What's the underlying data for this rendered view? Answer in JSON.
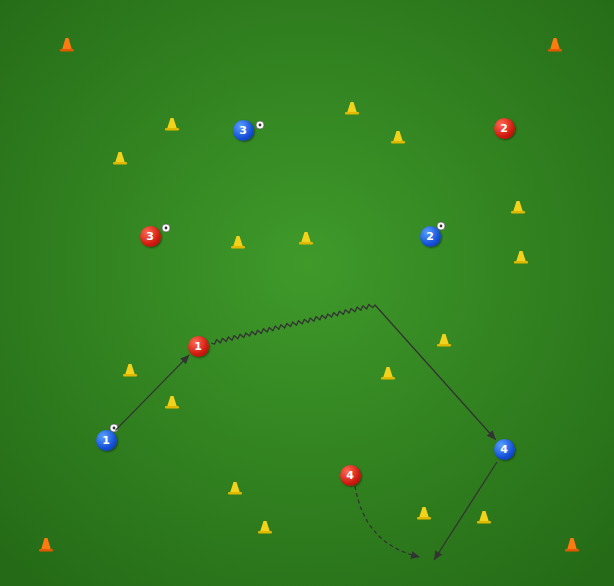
{
  "diagram": {
    "nodes": [
      {
        "text": [
          "3"
        ]
      },
      {
        "text": [
          "2"
        ]
      },
      {
        "text": [
          "3"
        ]
      },
      {
        "text": [
          "2"
        ]
      },
      {
        "text": [
          "1"
        ]
      },
      {
        "text": [
          "1"
        ]
      },
      {
        "text": [
          "4"
        ]
      },
      {
        "text": [
          "4"
        ]
      }
    ],
    "edges": [
      {
        "from": 5,
        "to": 4,
        "arrow": "to"
      },
      {
        "from": 4,
        "to": 6,
        "arrow": "to"
      }
    ]
  }
}
